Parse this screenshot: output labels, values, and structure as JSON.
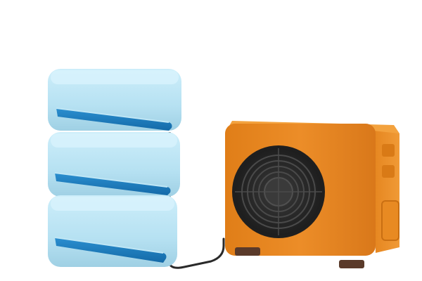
{
  "scene": {
    "background": "#ffffff",
    "indoor_units": [
      {
        "name": "indoor-unit-top"
      },
      {
        "name": "indoor-unit-middle"
      },
      {
        "name": "indoor-unit-bottom"
      }
    ],
    "indoor_unit_color": "#b9e3f2",
    "indoor_unit_shade": "#9fd2e6",
    "indoor_vent_color": "#1f7fc0",
    "outdoor_unit_color": "#e88a22",
    "outdoor_unit_shade": "#c96f12",
    "outdoor_unit_top": "#f19a35",
    "fan_color": "#2f2f2f",
    "fan_ring_color": "#454545",
    "foot_color": "#5a3a2a",
    "cable_color": "#2a2a2a",
    "icons": [
      "air-conditioner-indoor-icon",
      "air-conditioner-outdoor-icon",
      "fan-icon"
    ]
  }
}
